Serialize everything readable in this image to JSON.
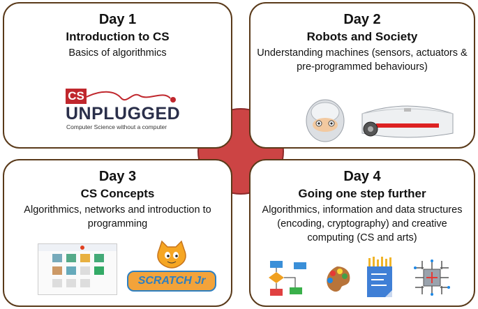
{
  "cards": [
    {
      "day": "Day 1",
      "title": "Introduction to CS",
      "desc": "Basics of algorithmics"
    },
    {
      "day": "Day 2",
      "title": "Robots and Society",
      "desc": "Understanding machines (sensors, actuators & pre-programmed behaviours)"
    },
    {
      "day": "Day 3",
      "title": "CS Concepts",
      "desc": "Algorithmics, networks and introduction to programming"
    },
    {
      "day": "Day 4",
      "title": "Going one step further",
      "desc": "Algorithmics, information and data structures (encoding, cryptography) and creative computing (CS and arts)"
    }
  ],
  "logos": {
    "cs_unplugged_cs": "CS",
    "cs_unplugged_word": "UNPLUGGED",
    "cs_unplugged_tag": "Computer Science without a computer",
    "scratch": "SCRATCH Jr"
  },
  "colors": {
    "accent_red": "#cc4444",
    "border_brown": "#5a3a1a",
    "unplugged_red": "#c0272d",
    "unplugged_navy": "#2a2f4a"
  }
}
